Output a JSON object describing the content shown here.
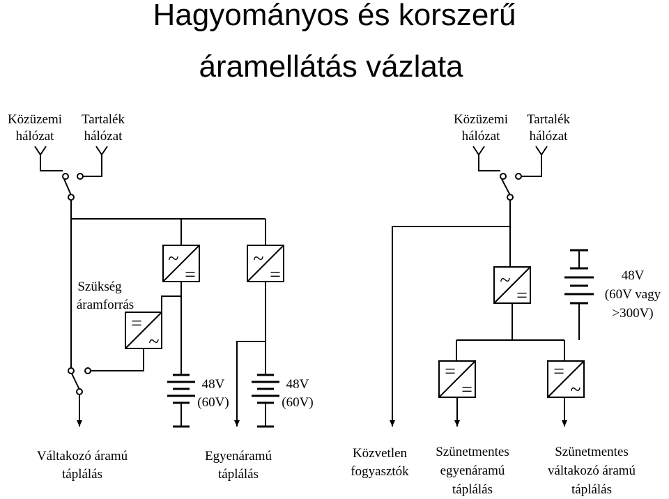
{
  "title": {
    "line1": "Hagyományos és korszerű",
    "line2": "áramellátás vázlata"
  },
  "left": {
    "grid_main": [
      "Közüzemi",
      "hálózat"
    ],
    "grid_backup": [
      "Tartalék",
      "hálózat"
    ],
    "emergency_source": [
      "Szükség",
      "áramforrás"
    ],
    "battery1": [
      "48V",
      "(60V)"
    ],
    "battery2": [
      "48V",
      "(60V)"
    ],
    "output_ac": [
      "Váltakozó áramú",
      "táplálás"
    ],
    "output_dc": [
      "Egyenáramú",
      "táplálás"
    ]
  },
  "right": {
    "grid_main": [
      "Közüzemi",
      "hálózat"
    ],
    "grid_backup": [
      "Tartalék",
      "hálózat"
    ],
    "battery": [
      "48V",
      "(60V vagy",
      ">300V)"
    ],
    "output_direct": [
      "Közvetlen",
      "fogyasztók"
    ],
    "output_ups_dc": [
      "Szünetmentes",
      "egyenáramú",
      "táplálás"
    ],
    "output_ups_ac": [
      "Szünetmentes",
      "váltakozó áramú",
      "táplálás"
    ]
  },
  "symbols": {
    "ac": "~",
    "dc": "="
  },
  "icons": [
    "antenna-icon",
    "switch-icon",
    "converter-icon",
    "battery-icon",
    "arrow-icon"
  ]
}
